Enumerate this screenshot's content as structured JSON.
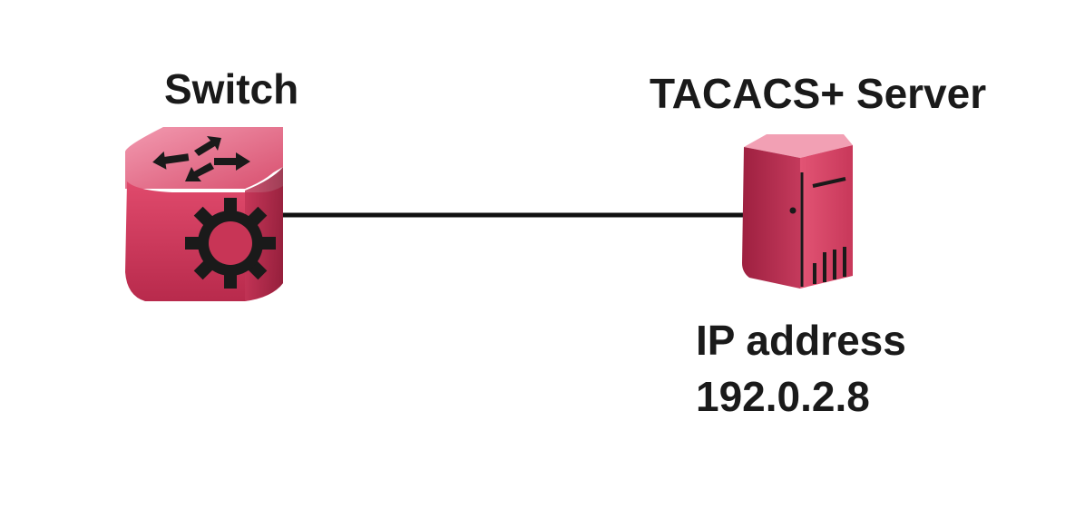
{
  "diagram": {
    "switch": {
      "label": "Switch",
      "icon": "router-switch-icon"
    },
    "server": {
      "label": "TACACS+ Server",
      "icon": "server-tower-icon",
      "ip_label": "IP address",
      "ip_value": "192.0.2.8"
    },
    "colors": {
      "device_face": "#d2385c",
      "device_top": "#e8708c",
      "device_side": "#a82244",
      "link": "#111111",
      "glyph": "#1a1a1a"
    }
  }
}
